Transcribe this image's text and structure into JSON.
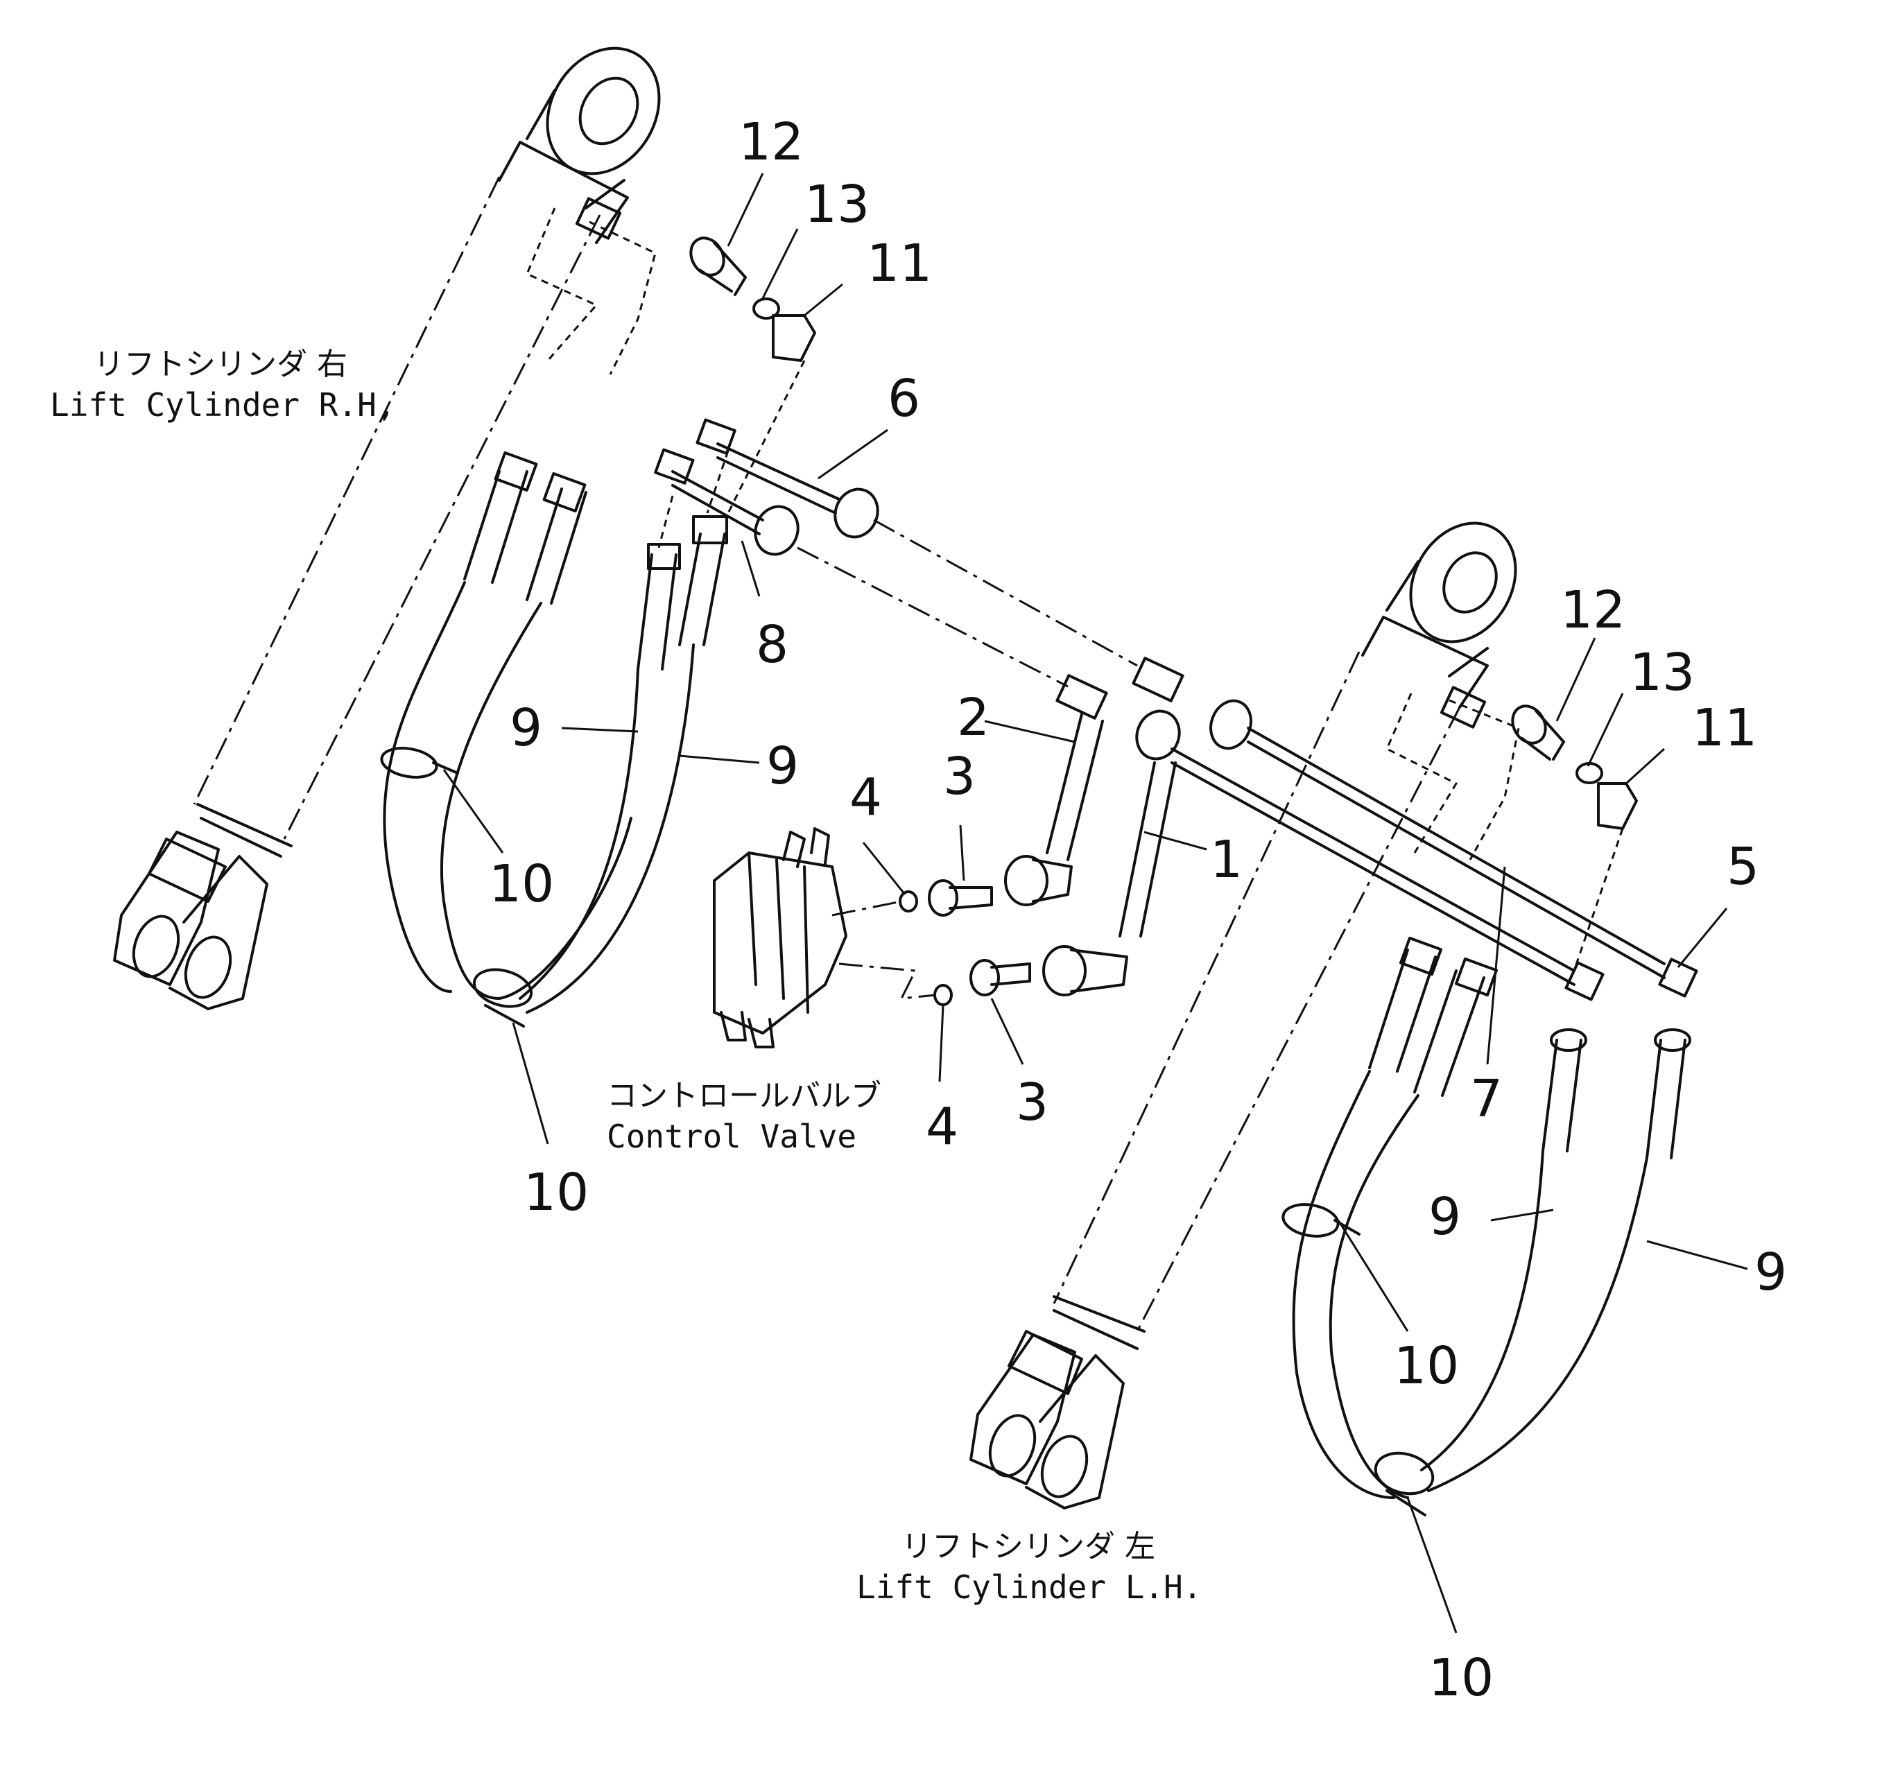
{
  "labels": {
    "rh_jp": "リフトシリンダ 右",
    "rh_en": "Lift Cylinder R.H,",
    "lh_jp": "リフトシリンダ 左",
    "lh_en": "Lift Cylinder L.H.",
    "cv_jp": "コントロールバルブ",
    "cv_en": "Control Valve"
  },
  "callouts": [
    {
      "key": "c12a",
      "text": "12"
    },
    {
      "key": "c13a",
      "text": "13"
    },
    {
      "key": "c11a",
      "text": "11"
    },
    {
      "key": "c6",
      "text": "6"
    },
    {
      "key": "c8",
      "text": "8"
    },
    {
      "key": "c9a",
      "text": "9"
    },
    {
      "key": "c9b",
      "text": "9"
    },
    {
      "key": "c10a",
      "text": "10"
    },
    {
      "key": "c10b",
      "text": "10"
    },
    {
      "key": "c2",
      "text": "2"
    },
    {
      "key": "c3a",
      "text": "3"
    },
    {
      "key": "c4a",
      "text": "4"
    },
    {
      "key": "c1",
      "text": "1"
    },
    {
      "key": "c4b",
      "text": "4"
    },
    {
      "key": "c3b",
      "text": "3"
    },
    {
      "key": "c12b",
      "text": "12"
    },
    {
      "key": "c13b",
      "text": "13"
    },
    {
      "key": "c11b",
      "text": "11"
    },
    {
      "key": "c5",
      "text": "5"
    },
    {
      "key": "c7",
      "text": "7"
    },
    {
      "key": "c9c",
      "text": "9"
    },
    {
      "key": "c9d",
      "text": "9"
    },
    {
      "key": "c10c",
      "text": "10"
    },
    {
      "key": "c10d",
      "text": "10"
    }
  ]
}
